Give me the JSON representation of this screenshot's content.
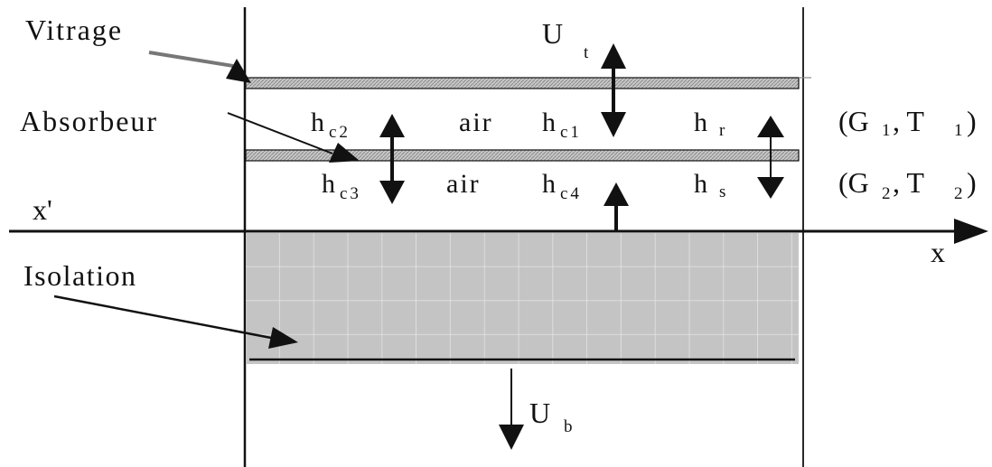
{
  "labels": {
    "vitrage": "Vitrage",
    "absorbeur": "Absorbeur",
    "isolation": "Isolation",
    "x_prime": "x'",
    "x": "x",
    "air_top": "air",
    "air_bottom": "air"
  },
  "coefficients": {
    "Ut": {
      "main": "U",
      "sub": "t"
    },
    "Ub": {
      "main": "U",
      "sub": "b"
    },
    "hc1": {
      "main": "h",
      "sub": "c1"
    },
    "hc2": {
      "main": "h",
      "sub": "c2"
    },
    "hc3": {
      "main": "h",
      "sub": "c3"
    },
    "hc4": {
      "main": "h",
      "sub": "c4"
    },
    "hr": {
      "main": "h",
      "sub": "r"
    },
    "hs": {
      "main": "h",
      "sub": "s"
    }
  },
  "states": {
    "upper": {
      "open": "(G",
      "g_sub": "1",
      "mid": ", T",
      "t_sub": "1",
      "close": ")"
    },
    "lower": {
      "open": "(G",
      "g_sub": "2",
      "mid": ", T",
      "t_sub": "2",
      "close": ")"
    }
  },
  "colors": {
    "ink": "#111111",
    "plate_fill": "#c8c8c8",
    "insulation_fill": "#c4c4c4",
    "insulation_grid": "#e4e4e4"
  }
}
